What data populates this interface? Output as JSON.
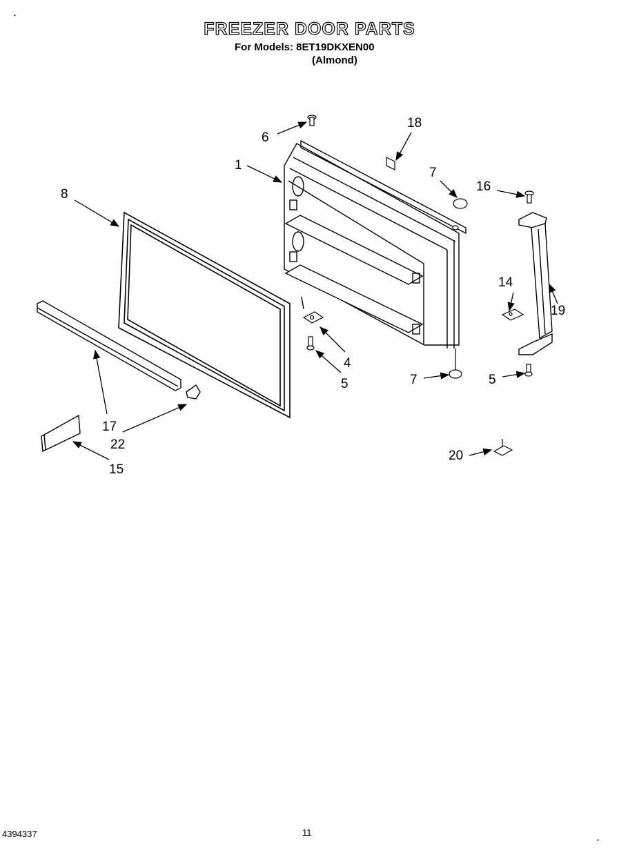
{
  "header": {
    "title": "FREEZER DOOR PARTS",
    "models_line": "For Models: 8ET19DKXEN00",
    "color_line": "(Almond)"
  },
  "callouts": {
    "c1": "1",
    "c4": "4",
    "c5a": "5",
    "c5b": "5",
    "c6": "6",
    "c7a": "7",
    "c7b": "7",
    "c8": "8",
    "c14": "14",
    "c15": "15",
    "c16": "16",
    "c17": "17",
    "c18": "18",
    "c19": "19",
    "c20": "20",
    "c22": "22"
  },
  "footer": {
    "part_code": "4394337",
    "page_number": "11"
  }
}
